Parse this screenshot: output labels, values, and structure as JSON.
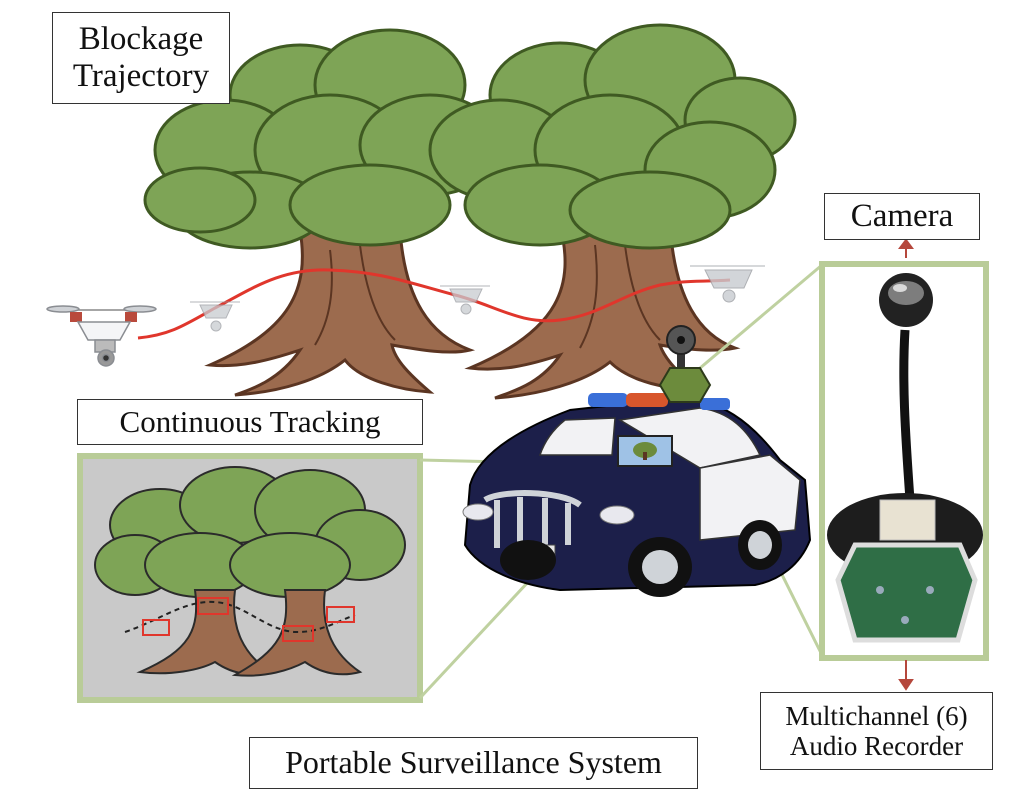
{
  "labels": {
    "blockage_line1": "Blockage",
    "blockage_line2": "Trajectory",
    "continuous_tracking": "Continuous Tracking",
    "camera": "Camera",
    "recorder_line1": "Multichannel (6)",
    "recorder_line2": "Audio Recorder",
    "portable_system": "Portable Surveillance System"
  },
  "colors": {
    "canopy": "#7ea456",
    "canopy_dark": "#4f6e2c",
    "trunk": "#9c6b4e",
    "trunk_dark": "#5b3522",
    "trajectory": "#e0362c",
    "panel_border": "#b9cc98",
    "connector": "#bfd1a0",
    "inset_bg": "#c9c9c9",
    "car_body": "#1c1f4a",
    "car_white": "#f2f2f4",
    "arrow": "#b5473c",
    "drone": "#d0d3d8"
  },
  "icons": [
    "drone-icon",
    "tree-icon",
    "car-icon",
    "camera-icon",
    "audio-board-icon",
    "arrow-up-icon",
    "arrow-down-icon"
  ]
}
